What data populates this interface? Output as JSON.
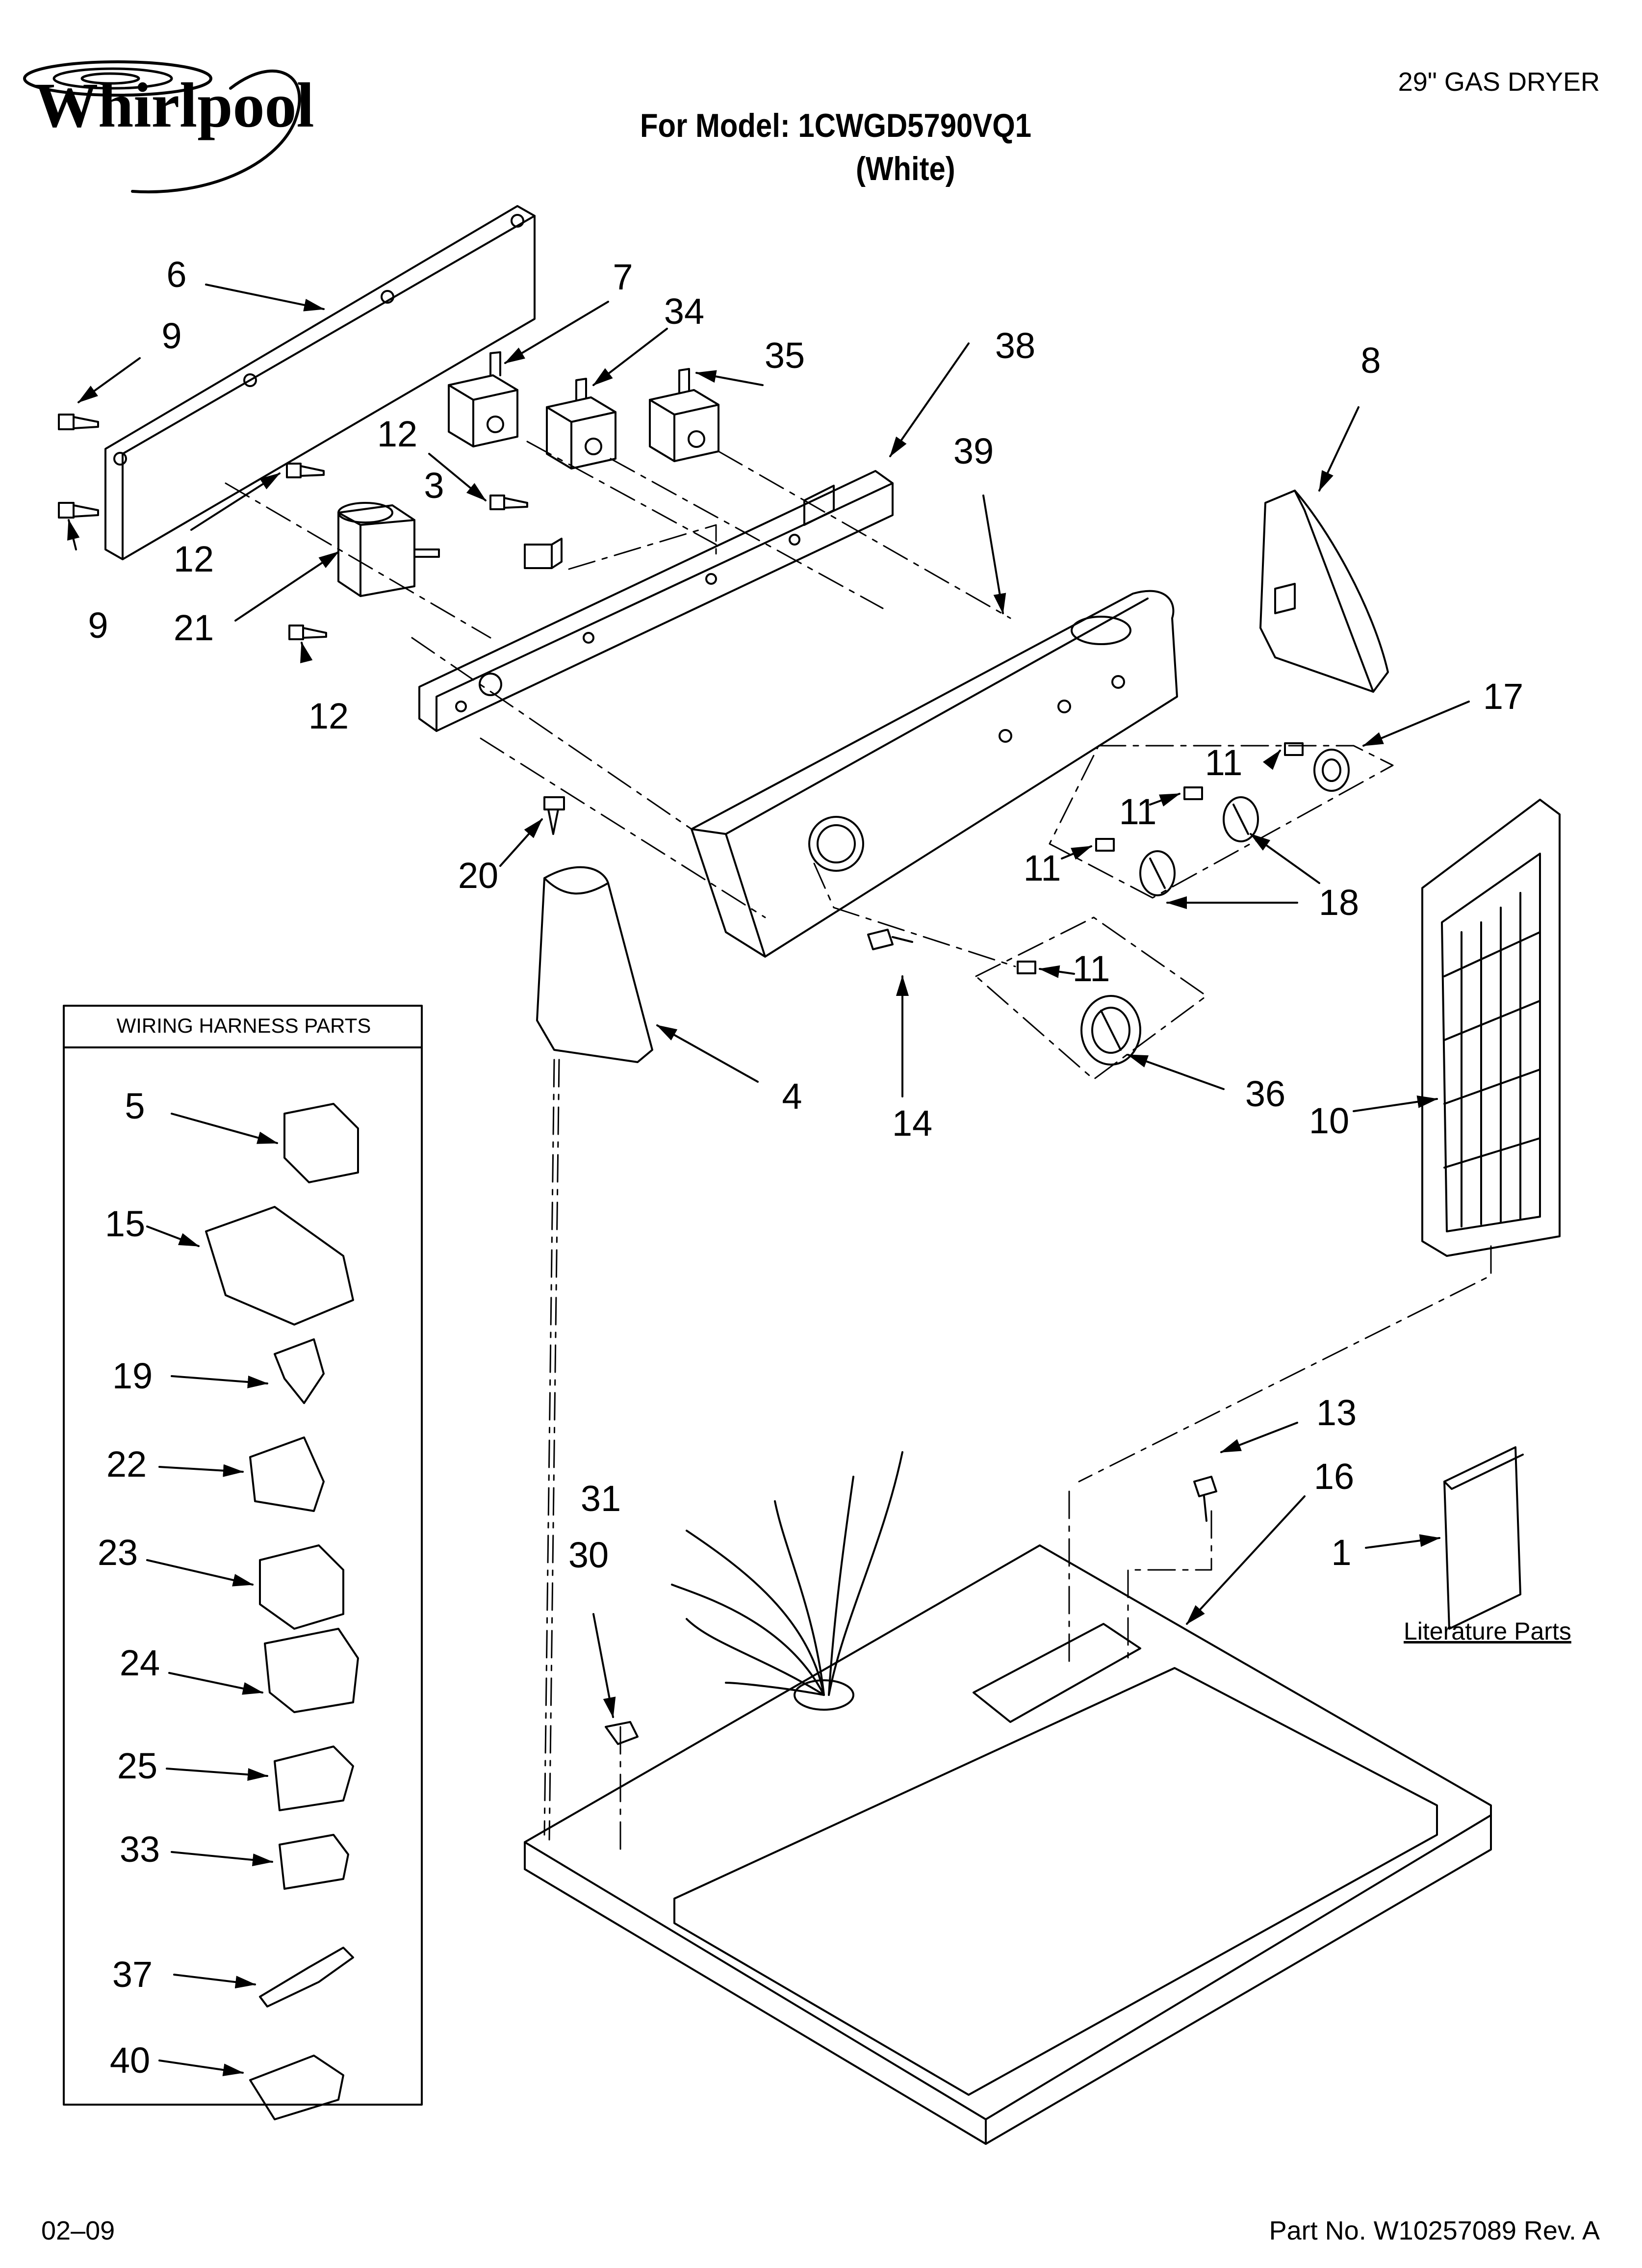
{
  "header": {
    "brand": "Whirlpool",
    "model_line": "For Model: 1CWGD5790VQ1",
    "color_line": "(White)",
    "product_type": "29\" GAS DRYER"
  },
  "footer": {
    "date": "02–09",
    "part_number": "Part No. W10257089 Rev. A"
  },
  "harness_box": {
    "title": "WIRING HARNESS PARTS"
  },
  "literature_label": "Literature Parts",
  "callouts": {
    "c1": "1",
    "c3": "3",
    "c4": "4",
    "c5": "5",
    "c6": "6",
    "c7": "7",
    "c8": "8",
    "c9a": "9",
    "c9b": "9",
    "c10": "10",
    "c11a": "11",
    "c11b": "11",
    "c11c": "11",
    "c11d": "11",
    "c12a": "12",
    "c12b": "12",
    "c12c": "12",
    "c13": "13",
    "c14": "14",
    "c15": "15",
    "c16": "16",
    "c17": "17",
    "c18": "18",
    "c19": "19",
    "c20": "20",
    "c21": "21",
    "c22": "22",
    "c23": "23",
    "c24": "24",
    "c25": "25",
    "c30": "30",
    "c31": "31",
    "c33": "33",
    "c34": "34",
    "c35": "35",
    "c36": "36",
    "c37": "37",
    "c38": "38",
    "c39": "39",
    "c40": "40"
  }
}
